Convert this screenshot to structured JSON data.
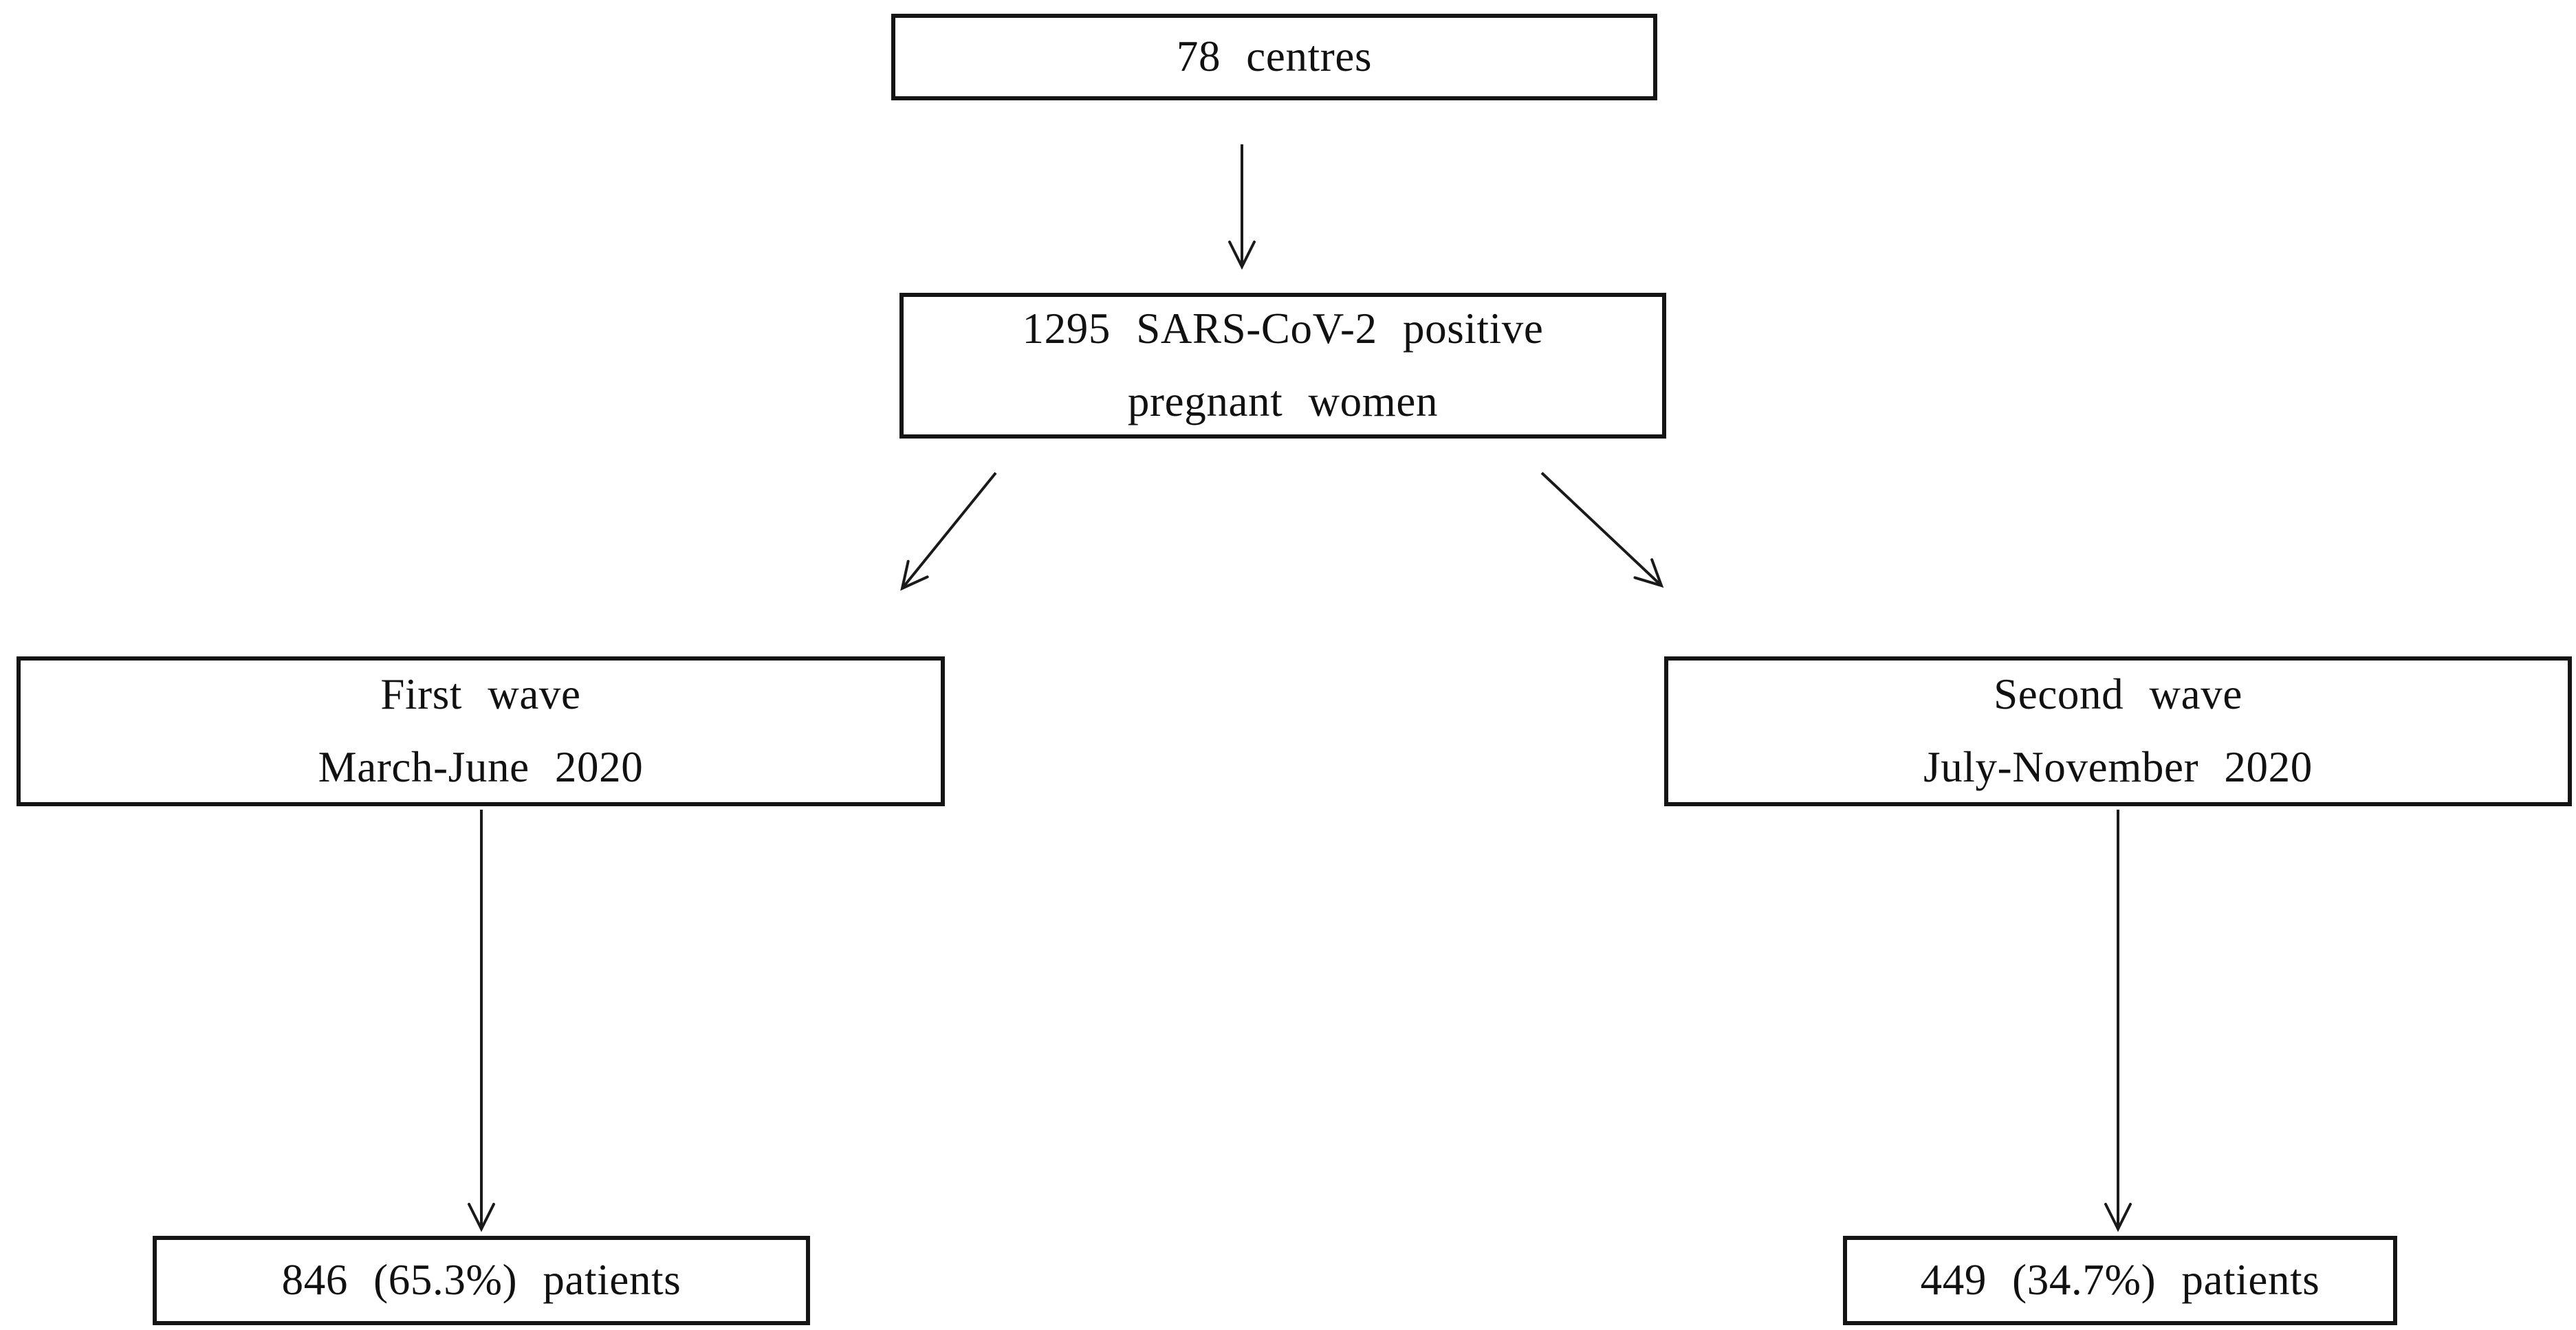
{
  "figure": {
    "type": "flowchart",
    "background_color": "#ffffff",
    "box_border_color": "#151515",
    "arrow_color": "#1a1a1a",
    "text_color": "#111111",
    "nodes": {
      "centres": {
        "label": "78 centres"
      },
      "positive": {
        "line1": "1295 SARS-CoV-2 positive",
        "line2": "pregnant women"
      },
      "first_wave": {
        "line1": "First wave",
        "line2": "March-June 2020"
      },
      "second_wave": {
        "line1": "Second wave",
        "line2": "July-November 2020"
      },
      "first_count": {
        "label": "846 (65.3%) patients"
      },
      "second_count": {
        "label": "449 (34.7%) patients"
      }
    },
    "edges": [
      {
        "from": "centres",
        "to": "positive"
      },
      {
        "from": "positive",
        "to": "first_wave"
      },
      {
        "from": "positive",
        "to": "second_wave"
      },
      {
        "from": "first_wave",
        "to": "first_count"
      },
      {
        "from": "second_wave",
        "to": "second_count"
      }
    ]
  }
}
